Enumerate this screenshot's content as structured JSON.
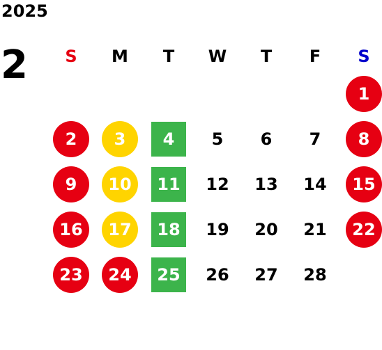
{
  "year": "2025",
  "month": "2",
  "weekdays": [
    {
      "label": "S",
      "color": "#e60012"
    },
    {
      "label": "M",
      "color": "#000000"
    },
    {
      "label": "T",
      "color": "#000000"
    },
    {
      "label": "W",
      "color": "#000000"
    },
    {
      "label": "T",
      "color": "#000000"
    },
    {
      "label": "F",
      "color": "#000000"
    },
    {
      "label": "S",
      "color": "#0000cc"
    }
  ],
  "colors": {
    "red": "#e60012",
    "yellow": "#ffd400",
    "green": "#3cb44b"
  },
  "weeks": [
    [
      null,
      null,
      null,
      null,
      null,
      null,
      {
        "day": "1",
        "mark": "red"
      }
    ],
    [
      {
        "day": "2",
        "mark": "red"
      },
      {
        "day": "3",
        "mark": "yellow"
      },
      {
        "day": "4",
        "mark": "green"
      },
      {
        "day": "5",
        "mark": "none"
      },
      {
        "day": "6",
        "mark": "none"
      },
      {
        "day": "7",
        "mark": "none"
      },
      {
        "day": "8",
        "mark": "red"
      }
    ],
    [
      {
        "day": "9",
        "mark": "red"
      },
      {
        "day": "10",
        "mark": "yellow"
      },
      {
        "day": "11",
        "mark": "green"
      },
      {
        "day": "12",
        "mark": "none"
      },
      {
        "day": "13",
        "mark": "none"
      },
      {
        "day": "14",
        "mark": "none"
      },
      {
        "day": "15",
        "mark": "red"
      }
    ],
    [
      {
        "day": "16",
        "mark": "red"
      },
      {
        "day": "17",
        "mark": "yellow"
      },
      {
        "day": "18",
        "mark": "green"
      },
      {
        "day": "19",
        "mark": "none"
      },
      {
        "day": "20",
        "mark": "none"
      },
      {
        "day": "21",
        "mark": "none"
      },
      {
        "day": "22",
        "mark": "red"
      }
    ],
    [
      {
        "day": "23",
        "mark": "red"
      },
      {
        "day": "24",
        "mark": "red"
      },
      {
        "day": "25",
        "mark": "green"
      },
      {
        "day": "26",
        "mark": "none"
      },
      {
        "day": "27",
        "mark": "none"
      },
      {
        "day": "28",
        "mark": "none"
      },
      null
    ]
  ]
}
